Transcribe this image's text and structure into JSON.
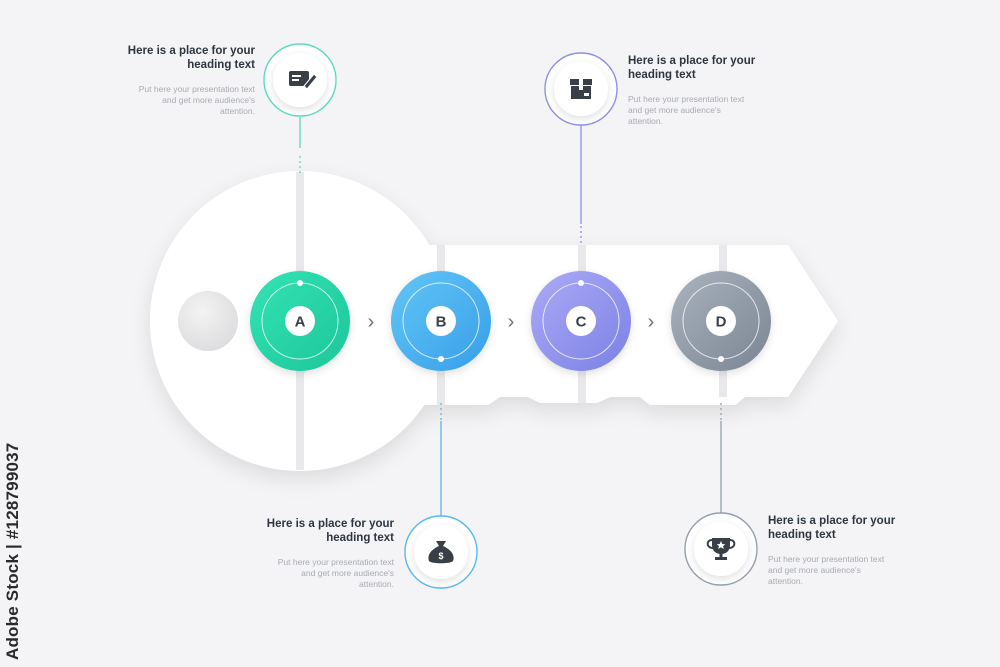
{
  "steps": [
    {
      "letter": "A",
      "color_a": "#2fe0b0",
      "color_b": "#1fc79a",
      "line": "#5bd9bf",
      "icon": "note-pen-icon"
    },
    {
      "letter": "B",
      "color_a": "#5ec3f5",
      "color_b": "#3aa0ea",
      "line": "#56b8ec",
      "icon": "money-bag-icon"
    },
    {
      "letter": "C",
      "color_a": "#a8a6f6",
      "color_b": "#7e83e6",
      "line": "#8f8fe6",
      "icon": "box-icon"
    },
    {
      "letter": "D",
      "color_a": "#a6b0ba",
      "color_b": "#7d8896",
      "line": "#95a0ab",
      "icon": "trophy-icon"
    }
  ],
  "callouts": [
    {
      "heading_line1": "Here is a place for your",
      "heading_line2": "heading text",
      "body_line1": "Put here your presentation text",
      "body_line2": "and get more audience's",
      "body_line3": "attention."
    },
    {
      "heading_line1": "Here is a place for your",
      "heading_line2": "heading text",
      "body_line1": "Put here your presentation text",
      "body_line2": "and get more audience's",
      "body_line3": "attention."
    },
    {
      "heading_line1": "Here is a place for your",
      "heading_line2": "heading text",
      "body_line1": "Put here your presentation text",
      "body_line2": "and get more audience's",
      "body_line3": "attention."
    },
    {
      "heading_line1": "Here is a place for your",
      "heading_line2": "heading text",
      "body_line1": "Put here your presentation text",
      "body_line2": "and get more audience's",
      "body_line3": "attention."
    }
  ],
  "arrow_glyph": "›",
  "watermark": "Adobe Stock | #128799037"
}
